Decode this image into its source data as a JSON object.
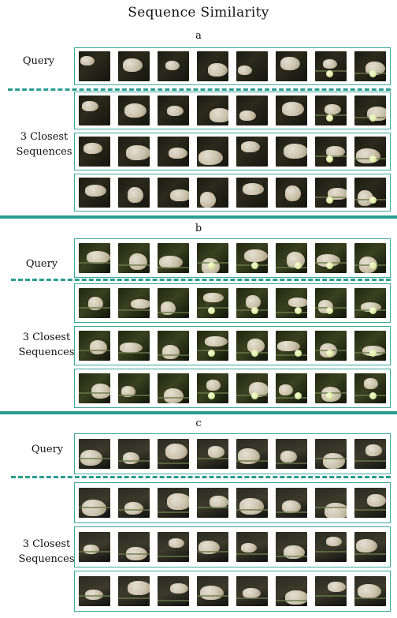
{
  "title": "Sequence Similarity",
  "sections": [
    {
      "label": "a",
      "query_label": "Query",
      "closest_label": "3 Closest\nSequences"
    },
    {
      "label": "b",
      "query_label": "Query",
      "closest_label": "3 Closest\nSequences"
    },
    {
      "label": "c",
      "query_label": "Query",
      "closest_label": "3 Closest\nSequences"
    }
  ],
  "frames_per_row": 8,
  "colors": {
    "accent": "#2a9d8f"
  }
}
